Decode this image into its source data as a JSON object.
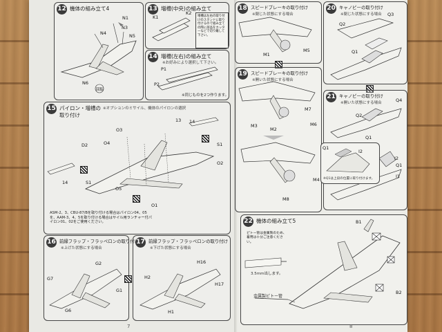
{
  "steps": {
    "s12": {
      "num": "12",
      "title": "機体の組み立て4"
    },
    "s13": {
      "num": "13",
      "title": "増槽(中央)の組み立て"
    },
    "s14": {
      "num": "14",
      "title": "増槽(左右)の組み立て",
      "sub": "※お好みにより選択して下さい。"
    },
    "s15": {
      "num": "15",
      "title": "パイロン・増槽の",
      "title2": "取り付け",
      "note": "※オプションのミサイル、機体のパイロンの選択"
    },
    "s16": {
      "num": "16",
      "title": "前縁フラップ・フラッペロンの取り付け",
      "sub": "※上げた状態にする場合"
    },
    "s17": {
      "num": "17",
      "title": "前縁フラップ・フラッペロンの取り付け",
      "sub": "※下げた状態にする場合"
    },
    "s18": {
      "num": "18",
      "title": "スピードブレーキの取り付け",
      "sub": "※閉じた状態にする場合"
    },
    "s19": {
      "num": "19",
      "title": "スピードブレーキの取り付け",
      "sub": "※開いた状態にする場合"
    },
    "s20": {
      "num": "20",
      "title": "キャノピーの取り付け",
      "sub": "※閉じた状態にする場合"
    },
    "s21": {
      "num": "21",
      "title": "キャノピーの取り付け",
      "sub": "※開いた状態にする場合"
    },
    "s22": {
      "num": "22",
      "title": "機体の組み立て5"
    }
  },
  "notes": {
    "s13_box": "増槽は左右の取り付けのスタンドに取り付けるので組み立ての際に部品をカッターなどで切り離して下さい。",
    "s14_bottom": "※同じものを2つ作ります。",
    "s15_asm": "ASM-2、3、CBU-87/Bを取り付ける場合はパイロン04、05を、AAM-3、4、5を取り付ける場合はサイル用ランチャー付パイロン01、02をご使用ください。",
    "s21_left": "※Q1は上段の位置に取り付けます。",
    "s22_pitot": "ピトー管は金属製のため、着用は十分ご注意ください。",
    "s22_3_5mm": "3.5mm出します。",
    "s22_metal": "金属製ピトー管"
  },
  "labels": {
    "s12": [
      "N1",
      "N4",
      "N5",
      "N6",
      "N3"
    ],
    "s12_badge": "回転",
    "s13": [
      "K1",
      "K2"
    ],
    "s14": [
      "P1",
      "P2"
    ],
    "s15": [
      "O3",
      "D2",
      "O4",
      "S1",
      "O5",
      "O1",
      "O2",
      "S1",
      "13",
      "14",
      "14"
    ],
    "s16": [
      "G2",
      "G7",
      "G1",
      "G6"
    ],
    "s17": [
      "H2",
      "H16",
      "H17",
      "H1"
    ],
    "s18": [
      "M1",
      "M5"
    ],
    "s19": [
      "M7",
      "M3",
      "M2",
      "M6"
    ],
    "s19b": [
      "M4",
      "M8"
    ],
    "s20": [
      "Q2",
      "Q3",
      "Q1"
    ],
    "s21": [
      "Q4",
      "Q2",
      "Q1"
    ],
    "s21b": [
      "Q1",
      "I2",
      "I2",
      "Q1",
      "I1"
    ],
    "s22": [
      "B1",
      "B2"
    ]
  },
  "page_numbers": {
    "left": "7",
    "right": "8"
  }
}
